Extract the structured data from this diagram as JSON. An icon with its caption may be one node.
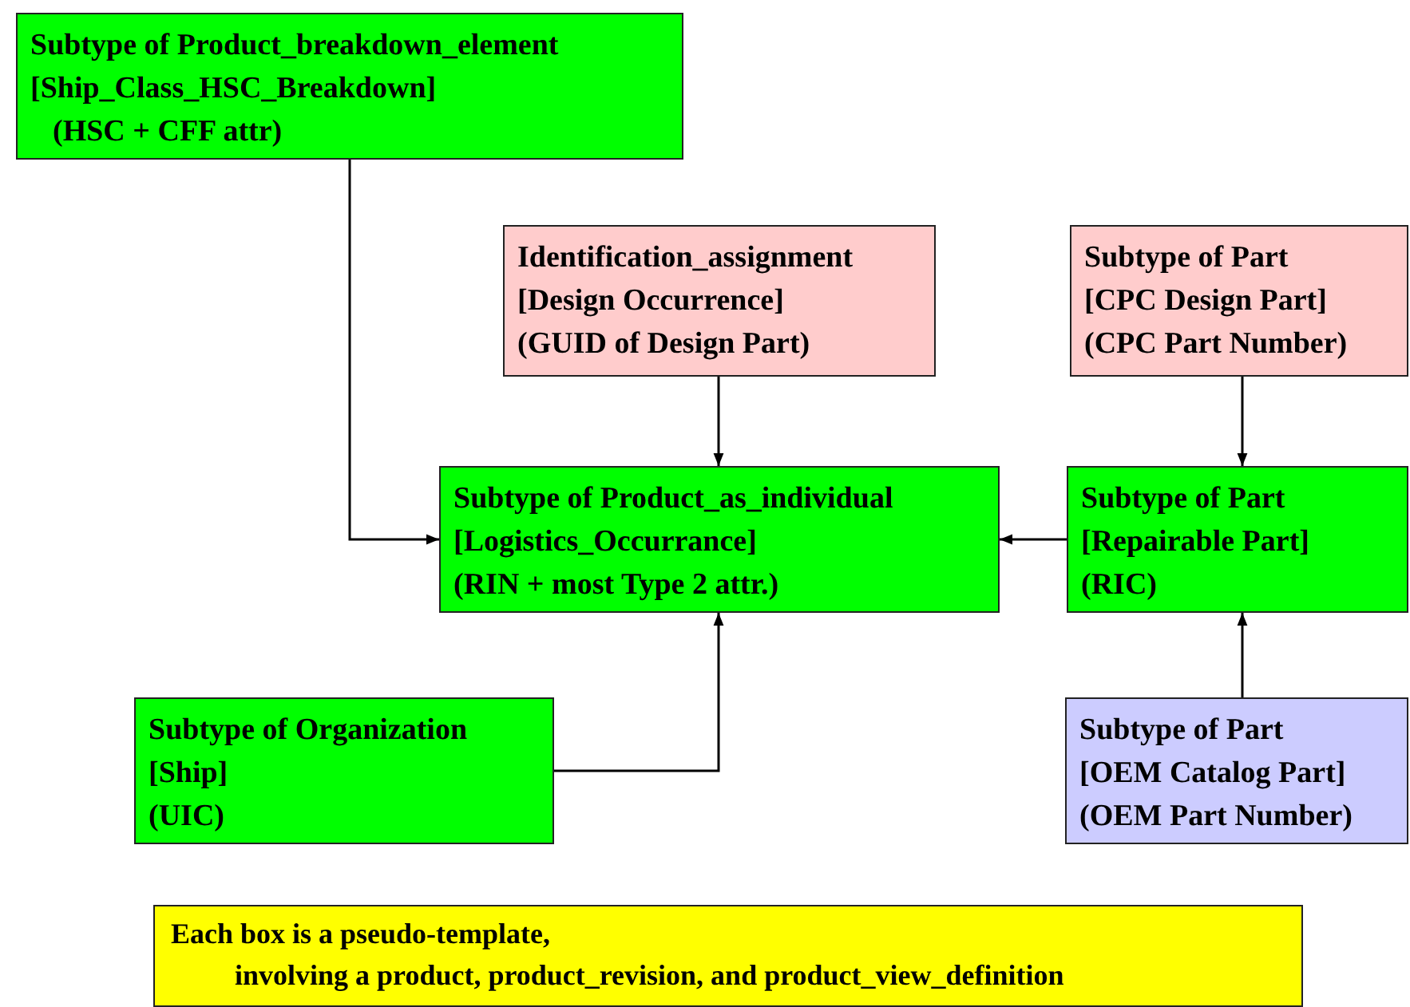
{
  "diagram": {
    "nodes": [
      {
        "text": [
          "Subtype of Product_breakdown_element",
          "[Ship_Class_HSC_Breakdown]",
          "(HSC + CFF attr)"
        ]
      },
      {
        "text": [
          "Identification_assignment",
          "[Design Occurrence]",
          "(GUID of Design Part)"
        ]
      },
      {
        "text": [
          "Subtype of Part",
          "[CPC Design Part]",
          "(CPC Part Number)"
        ]
      },
      {
        "text": [
          "Subtype of Product_as_individual",
          "[Logistics_Occurrance]",
          "(RIN + most Type 2 attr.)"
        ]
      },
      {
        "text": [
          "Subtype of Part",
          "[Repairable Part]",
          "(RIC)"
        ]
      },
      {
        "text": [
          "Subtype of Organization",
          "[Ship]",
          "(UIC)"
        ]
      },
      {
        "text": [
          "Subtype of Part",
          "[OEM Catalog Part]",
          "(OEM Part Number)"
        ]
      },
      {
        "text": [
          "Each box is a pseudo-template,",
          "involving a product, product_revision, and product_view_definition"
        ]
      }
    ],
    "edges": [
      {
        "from": 0,
        "to": 3,
        "arrow": "to"
      },
      {
        "from": 1,
        "to": 3,
        "arrow": "to"
      },
      {
        "from": 2,
        "to": 4,
        "arrow": "to"
      },
      {
        "from": 4,
        "to": 3,
        "arrow": "to"
      },
      {
        "from": 5,
        "to": 3,
        "arrow": "to"
      },
      {
        "from": 6,
        "to": 4,
        "arrow": "to"
      }
    ]
  }
}
